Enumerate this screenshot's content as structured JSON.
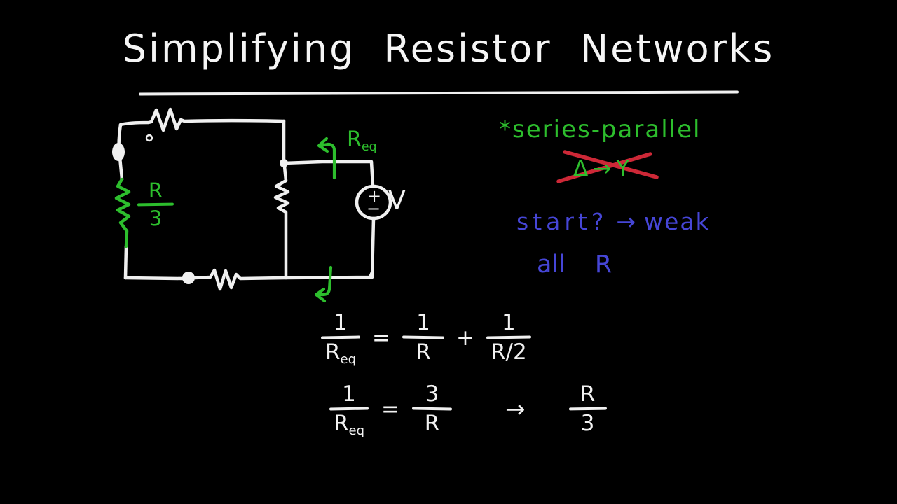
{
  "title": {
    "text": "Simplifying Resistor Networks"
  },
  "colors": {
    "background": "#000000",
    "ink_white": "#f0f0f0",
    "annotation_green": "#2dbe2d",
    "annotation_blue": "#4646d7",
    "cross_red": "#cd2837"
  },
  "circuit": {
    "left_resistor_label": {
      "num": "R",
      "den": "3"
    },
    "req_label": {
      "main": "R",
      "sub": "eq"
    },
    "voltage_label": "V",
    "source_plus": "+",
    "source_minus": "−"
  },
  "annotations": {
    "method": "*series-parallel",
    "delta_y": "Δ→Y",
    "start": "start?",
    "arrow": "→",
    "weak": "weak",
    "all": "all",
    "all_r": "R"
  },
  "equations": {
    "eq1": {
      "lhs_num": "1",
      "lhs_den_main": "R",
      "lhs_den_sub": "eq",
      "equals": "=",
      "t1_num": "1",
      "t1_den": "R",
      "plus": "+",
      "t2_num": "1",
      "t2_den": "R/2"
    },
    "eq2": {
      "lhs_num": "1",
      "lhs_den_main": "R",
      "lhs_den_sub": "eq",
      "equals": "=",
      "rhs_num": "3",
      "rhs_den": "R",
      "arrow": "→",
      "res_num": "R",
      "res_den": "3"
    }
  }
}
